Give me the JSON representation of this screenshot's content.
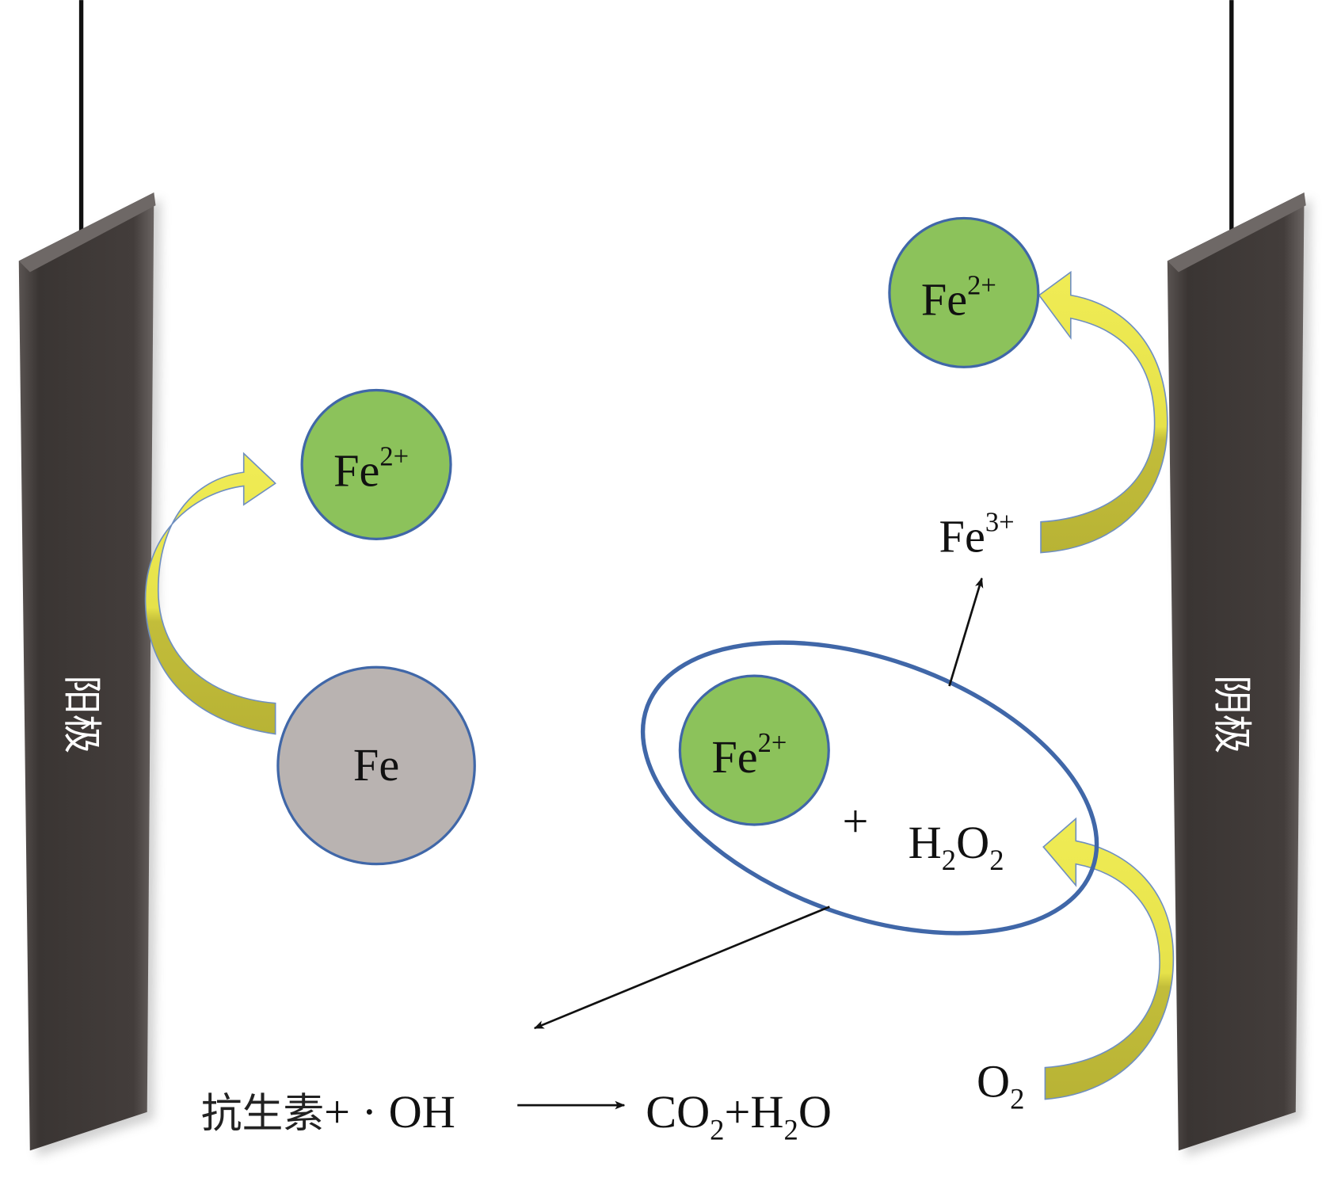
{
  "electrodes": {
    "anode_label": "阳极",
    "cathode_label": "阴极"
  },
  "species": {
    "fe2_left": {
      "base": "Fe",
      "sup": "2+"
    },
    "fe_metal": {
      "base": "Fe"
    },
    "fe2_top_right": {
      "base": "Fe",
      "sup": "2+"
    },
    "fe2_ellipse": {
      "base": "Fe",
      "sup": "2+"
    },
    "fe3": {
      "base": "Fe",
      "sup": "3+"
    },
    "plus": "+",
    "h2o2": {
      "a": "H",
      "s1": "2",
      "b": "O",
      "s2": "2"
    },
    "o2": {
      "a": "O",
      "s1": "2"
    }
  },
  "reaction": {
    "reactants_cn": "抗生素",
    "reactants_rest": "+ · OH",
    "products": {
      "a": "CO",
      "s1": "2",
      "b": "+H",
      "s2": "2",
      "c": "O"
    }
  },
  "colors": {
    "electrode": "#3f3a38",
    "fe2_fill": "#8cc25b",
    "fe_fill": "#b9b3b1",
    "outline": "#4067a8",
    "arrow_yellow": "#ece84f",
    "arrow_olive": "#bfbb3a"
  }
}
